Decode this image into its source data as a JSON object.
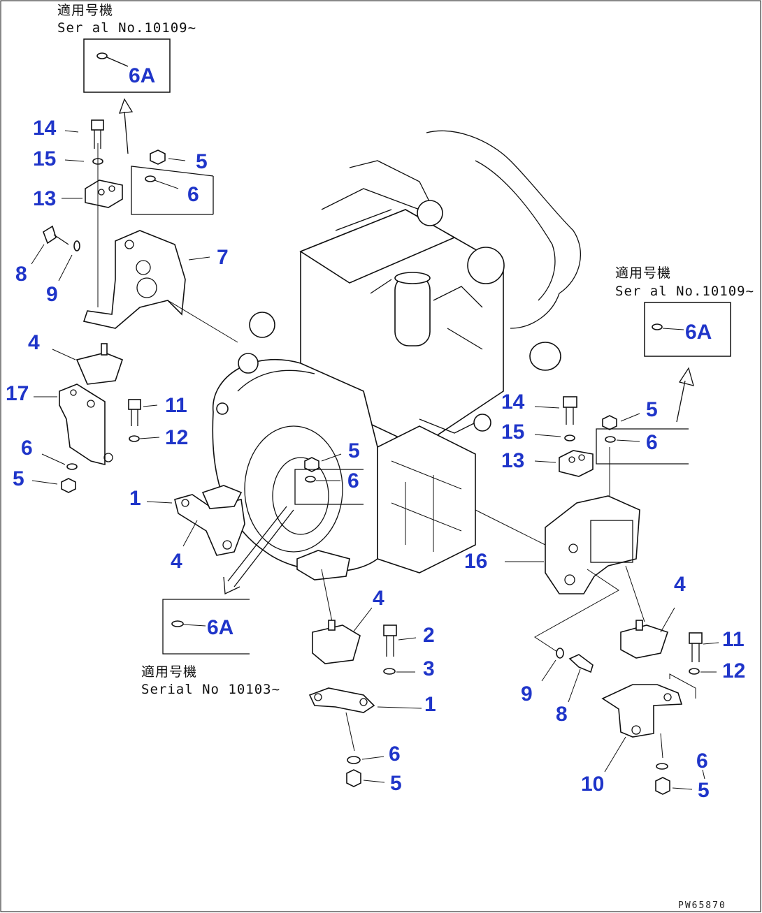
{
  "notes": [
    {
      "id": "note-top-left",
      "line1": "適用号機",
      "line2": "Ser al No.10109~"
    },
    {
      "id": "note-right",
      "line1": "適用号機",
      "line2": "Ser al No.10109~"
    },
    {
      "id": "note-bottom",
      "line1": "適用号機",
      "line2": "Serial No 10103~"
    }
  ],
  "inset_label": "6A",
  "callouts": {
    "c14a": "14",
    "c15a": "15",
    "c13a": "13",
    "c8a": "8",
    "c9a": "9",
    "c5a": "5",
    "c6a": "6",
    "c7": "7",
    "c4a": "4",
    "c17": "17",
    "c11a": "11",
    "c12a": "12",
    "c6b": "6",
    "c5b": "5",
    "c1a": "1",
    "c4b": "4",
    "c5c": "5",
    "c6c": "6",
    "c14b": "14",
    "c15b": "15",
    "c13b": "13",
    "c5d": "5",
    "c6d": "6",
    "c16": "16",
    "c4c": "4",
    "c2": "2",
    "c3": "3",
    "c1b": "1",
    "c6e": "6",
    "c5e": "5",
    "c4d": "4",
    "c11b": "11",
    "c12b": "12",
    "c9b": "9",
    "c8b": "8",
    "c10": "10",
    "c6f": "6",
    "c5f": "5"
  },
  "figure_code": "PW65870"
}
